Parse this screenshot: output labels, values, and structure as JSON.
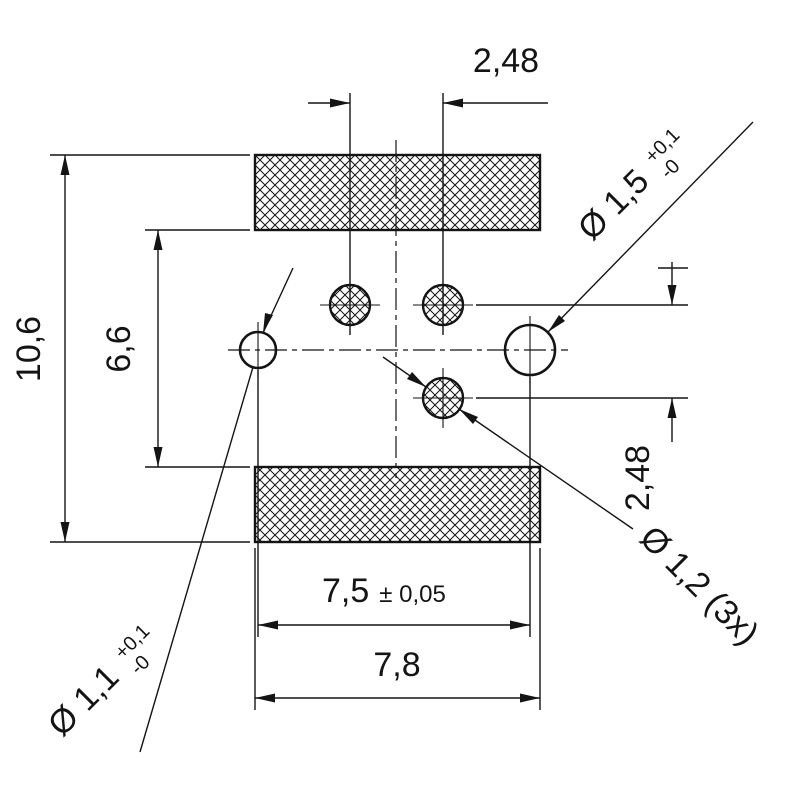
{
  "dimensions": {
    "pitch_top": "2,48",
    "height_overall": "10,6",
    "height_inner": "6,6",
    "pitch_right": "2,48",
    "hole_span": "7,5",
    "hole_span_tol": "± 0,05",
    "width_overall": "7,8"
  },
  "hole_labels": {
    "right": {
      "dia": "Ø 1,5",
      "tol_plus": "+0,1",
      "tol_minus": "-0"
    },
    "left": {
      "dia": "Ø 1,1",
      "tol_plus": "+0,1",
      "tol_minus": "-0"
    },
    "small": {
      "dia": "Ø 1,2 (3x)"
    }
  },
  "colors": {
    "line": "#141414",
    "background": "#ffffff"
  }
}
